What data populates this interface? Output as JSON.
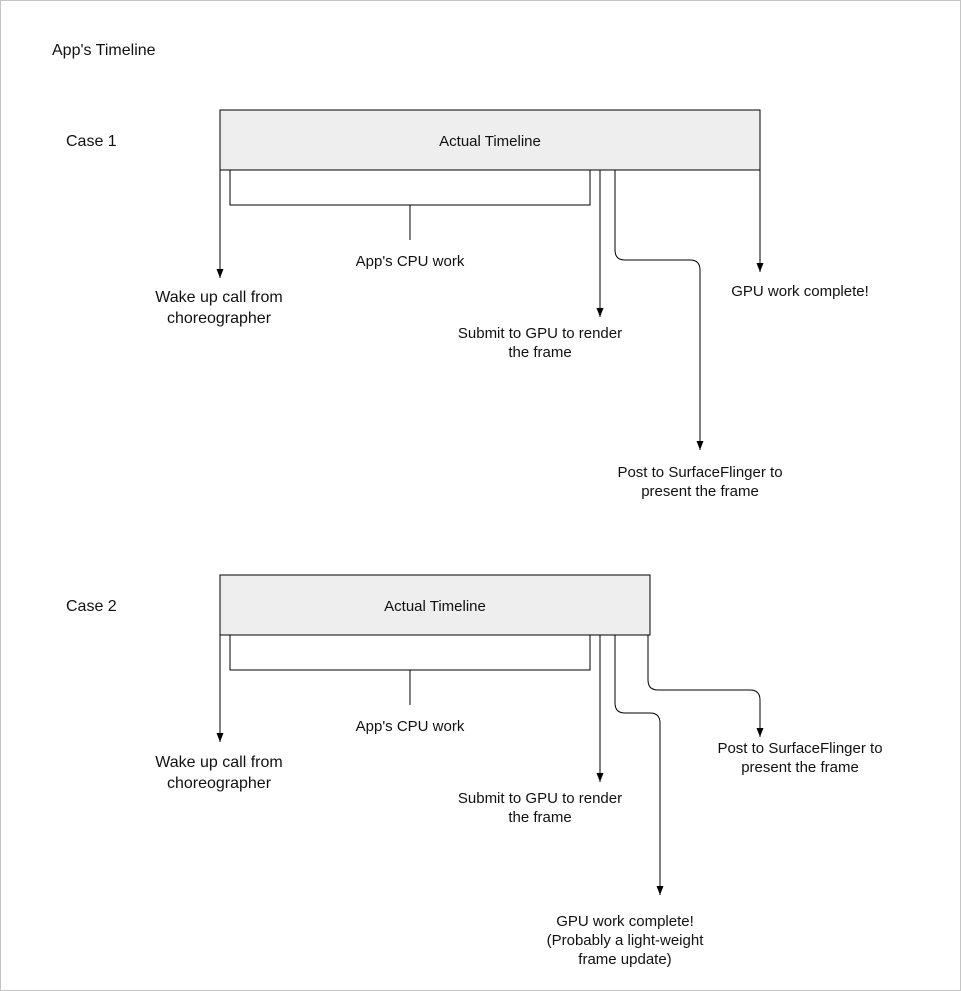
{
  "diagram": {
    "title": "App's Timeline"
  },
  "colors": {
    "box_fill": "#eeeeee",
    "line_stroke": "#000000",
    "background": "#ffffff"
  },
  "case1": {
    "label": "Case 1",
    "timeline_label": "Actual Timeline",
    "wakeup_line1": "Wake up call from",
    "wakeup_line2": "choreographer",
    "cpu_label": "App's CPU work",
    "submit_line1": "Submit to GPU to render",
    "submit_line2": "the frame",
    "gpu_label": "GPU work complete!",
    "post_line1": "Post to SurfaceFlinger to",
    "post_line2": "present the frame"
  },
  "case2": {
    "label": "Case 2",
    "timeline_label": "Actual Timeline",
    "wakeup_line1": "Wake up call from",
    "wakeup_line2": "choreographer",
    "cpu_label": "App's CPU work",
    "submit_line1": "Submit to GPU to render",
    "submit_line2": "the frame",
    "post_line1": "Post to SurfaceFlinger to",
    "post_line2": "present the frame",
    "gpu_line1": "GPU work complete!",
    "gpu_line2": "(Probably a light-weight",
    "gpu_line3": "frame update)"
  }
}
